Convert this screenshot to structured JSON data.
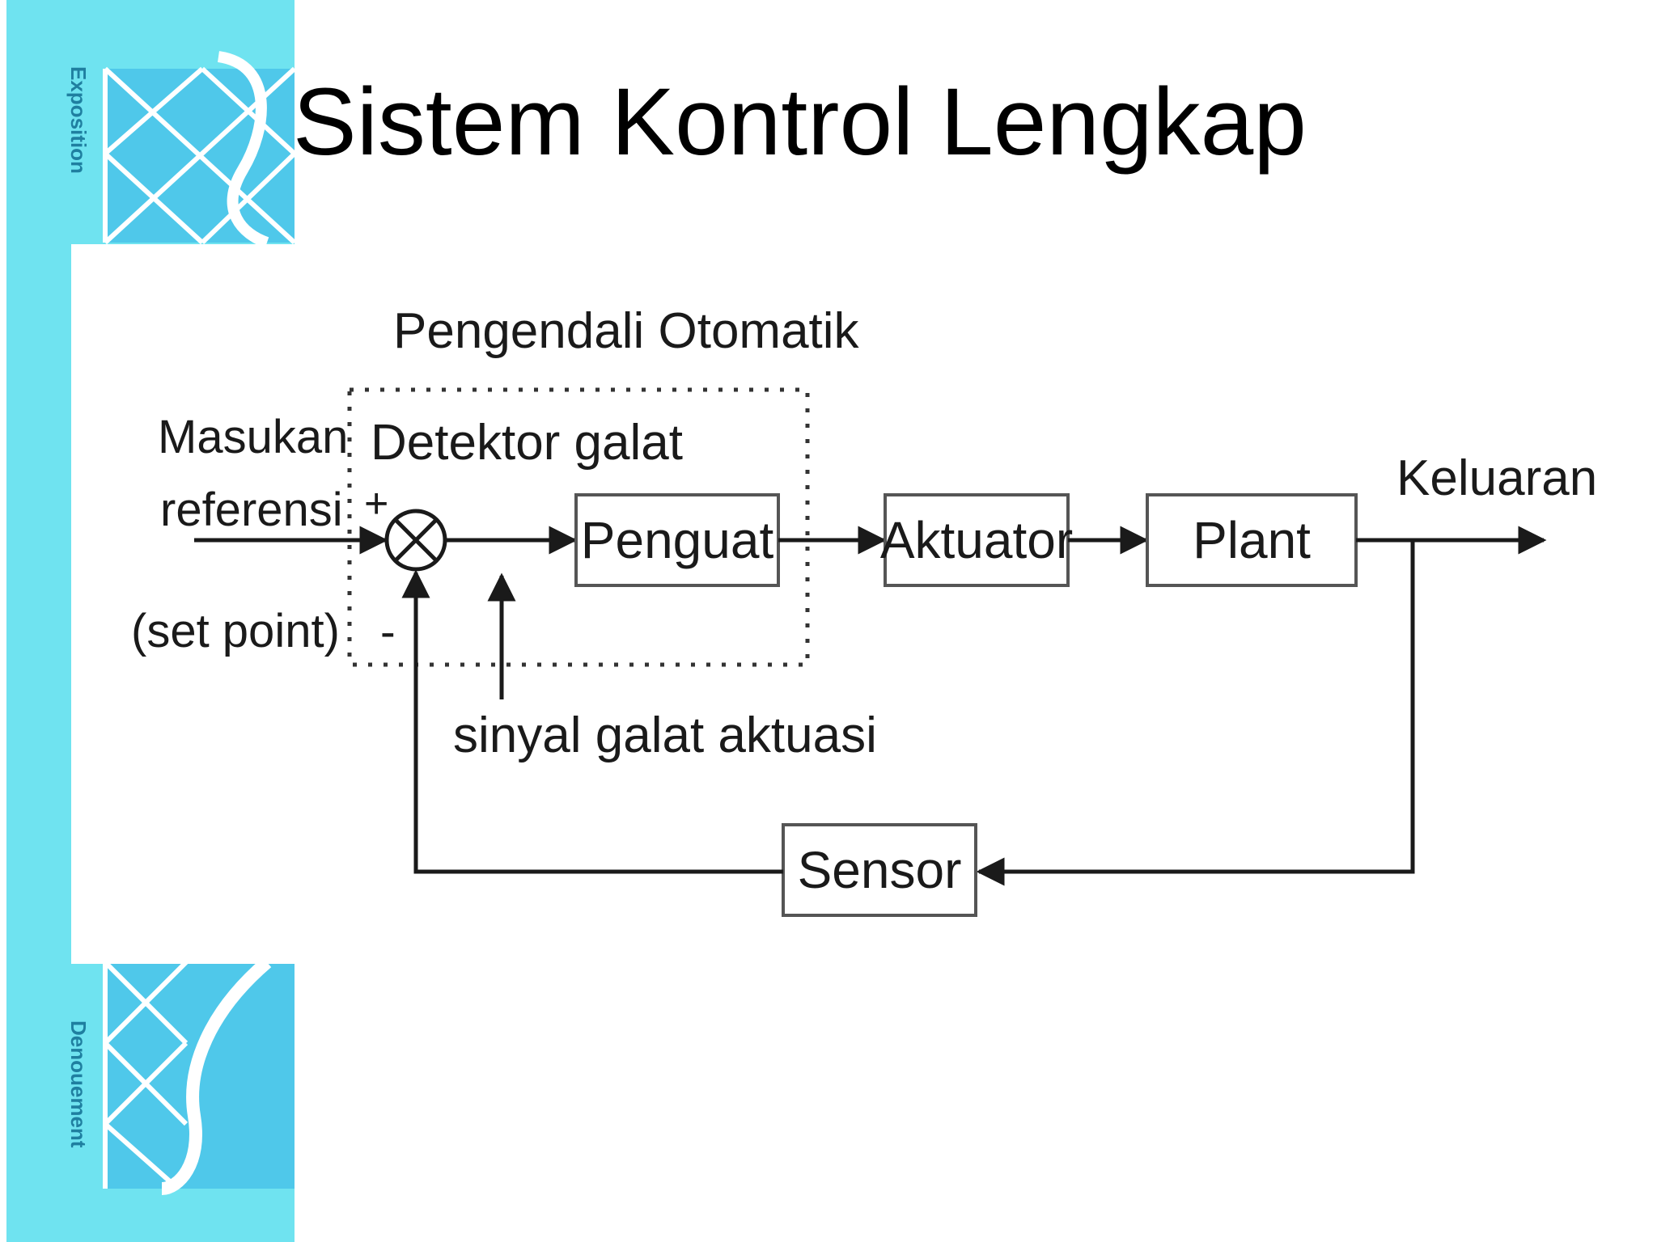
{
  "slide": {
    "title": "Sistem Kontrol Lengkap",
    "sidebar_text_top": "Exposition",
    "sidebar_text_bottom": "Denouement"
  },
  "diagram": {
    "controller_group_label": "Pengendali Otomatik",
    "input_label_line1": "Masukan",
    "input_label_line2": "referensi",
    "input_label_line3": "(set point)",
    "error_detector_label": "Detektor galat",
    "plus_sign": "+",
    "minus_sign": "-",
    "error_signal_label": "sinyal galat aktuasi",
    "output_label": "Keluaran",
    "blocks": {
      "amplifier": "Penguat",
      "actuator": "Aktuator",
      "plant": "Plant",
      "sensor": "Sensor"
    }
  },
  "colors": {
    "sidebar_cyan": "#6fe3f0",
    "sidebar_blue": "#4fc8ea",
    "sidebar_text": "#1f7fa0",
    "line_color": "#1a1a1a",
    "block_border": "#555555"
  }
}
